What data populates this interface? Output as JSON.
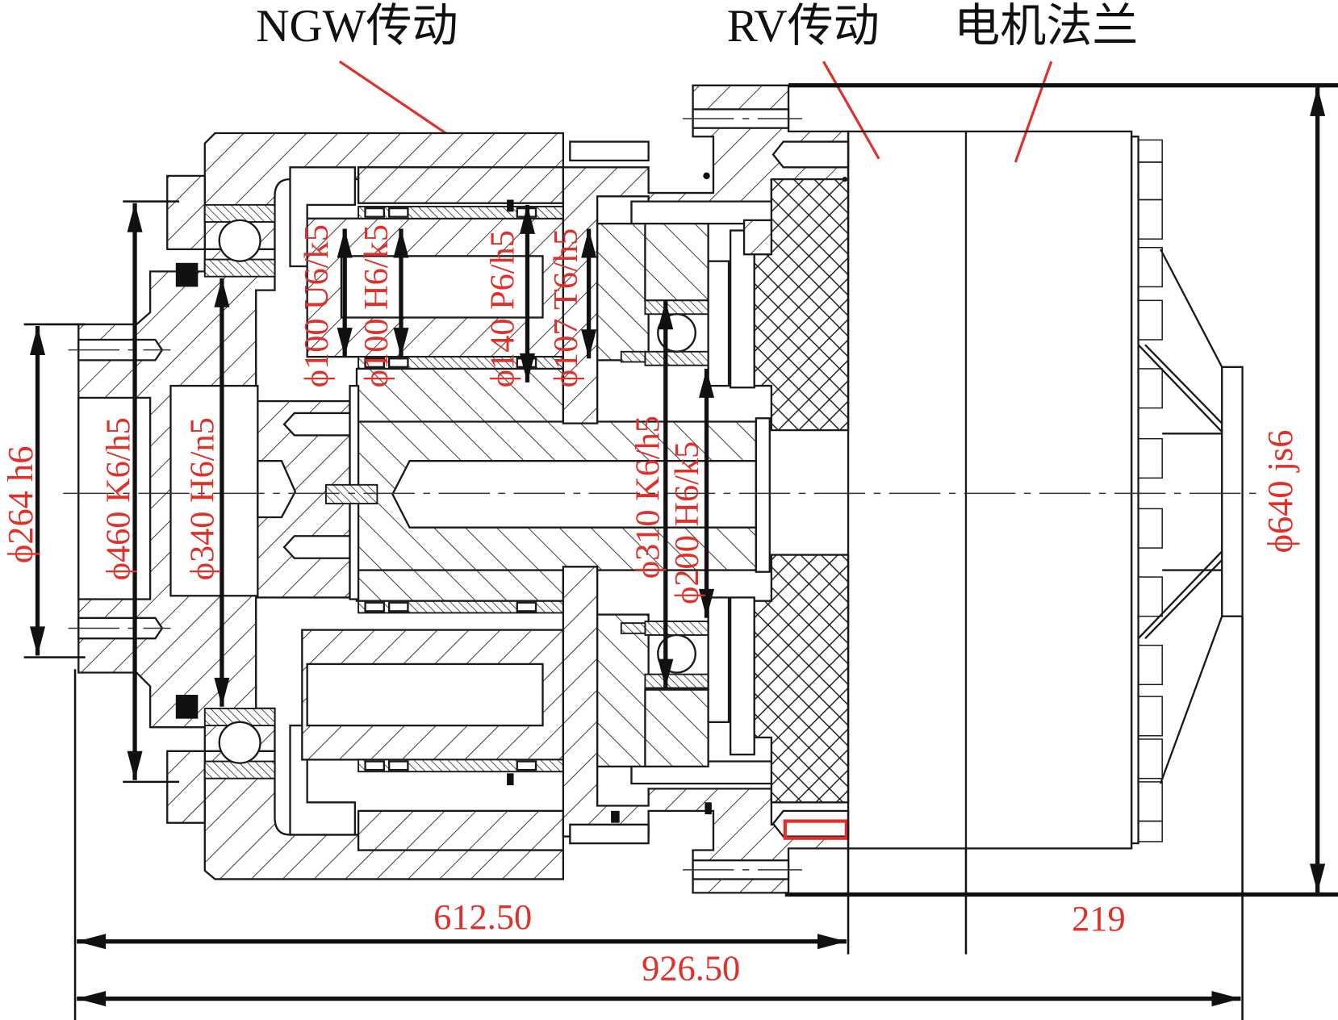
{
  "title_labels": {
    "ngw": "NGW传动",
    "rv": "RV传动",
    "motor_flange": "电机法兰"
  },
  "radial_dimensions": {
    "d264": "ϕ264 h6",
    "d460": "ϕ460 K6/h5",
    "d340": "ϕ340 H6/n5",
    "d100_u": "ϕ100 U6/k5",
    "d100_h": "ϕ100 H6/k5",
    "d140": "ϕ140 P6/h5",
    "d107": "ϕ107 T6/h5",
    "d310": "ϕ310 K6/h5",
    "d200": "ϕ200 H6/k5",
    "d640": "ϕ640 js6"
  },
  "axial_dimensions": {
    "l612": "612.50",
    "l219": "219",
    "l926": "926.50"
  },
  "colors": {
    "annotation": "#e0302a",
    "line": "#1a1a1a",
    "background": "#ffffff"
  }
}
